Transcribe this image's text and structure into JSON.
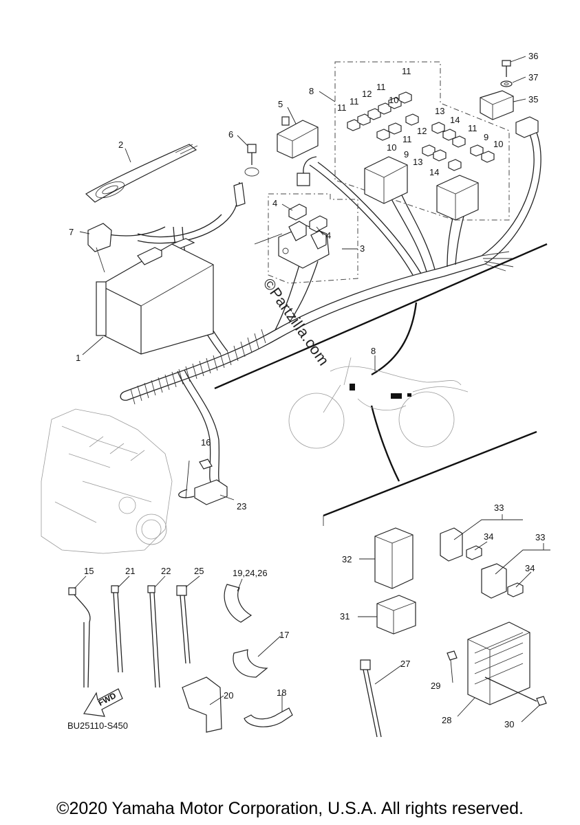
{
  "diagram": {
    "code": "BU25110-S450",
    "watermark": "©Partzilla.com",
    "copyright": "©2020 Yamaha Motor Corporation, U.S.A. All rights reserved.",
    "fwd_label": "FWD",
    "callouts": [
      "1",
      "2",
      "3",
      "4",
      "4",
      "5",
      "6",
      "7",
      "8",
      "8",
      "9",
      "9",
      "10",
      "10",
      "10",
      "11",
      "11",
      "11",
      "11",
      "11",
      "11",
      "12",
      "12",
      "13",
      "13",
      "14",
      "14",
      "15",
      "16",
      "17",
      "18",
      "19,24,26",
      "20",
      "21",
      "22",
      "23",
      "25",
      "27",
      "28",
      "29",
      "30",
      "31",
      "32",
      "33",
      "33",
      "34",
      "34",
      "35",
      "36",
      "37"
    ]
  }
}
